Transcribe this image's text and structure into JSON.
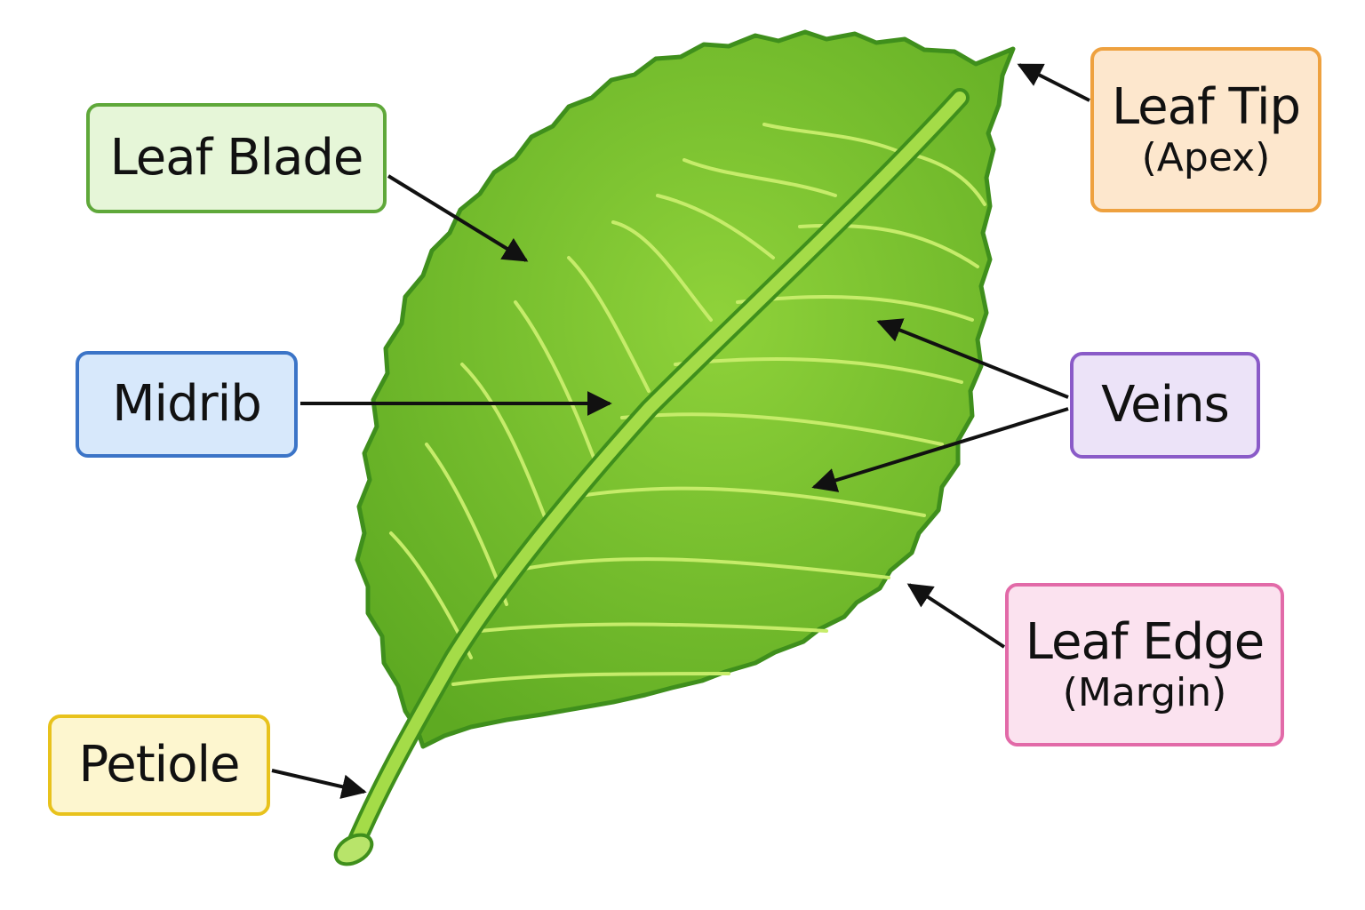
{
  "labels": {
    "leaf_blade": {
      "text": "Leaf Blade",
      "border": "#5fa83a",
      "fill": "#e6f6d8"
    },
    "midrib": {
      "text": "Midrib",
      "border": "#3b74c7",
      "fill": "#d7e8fb"
    },
    "petiole": {
      "text": "Petiole",
      "border": "#e8c21c",
      "fill": "#fdf6cf"
    },
    "leaf_tip": {
      "text": "Leaf Tip",
      "subtext": "(Apex)",
      "border": "#eea13f",
      "fill": "#fde7cd"
    },
    "veins": {
      "text": "Veins",
      "border": "#8a5bc8",
      "fill": "#ece3f8"
    },
    "leaf_edge": {
      "text": "Leaf Edge",
      "subtext": "(Margin)",
      "border": "#e26aa8",
      "fill": "#fbe2ef"
    }
  },
  "colors": {
    "leaf_fill": "#78c42a",
    "leaf_outline": "#3f8f1c",
    "vein": "#c6ec6a",
    "arrow": "#111111"
  }
}
